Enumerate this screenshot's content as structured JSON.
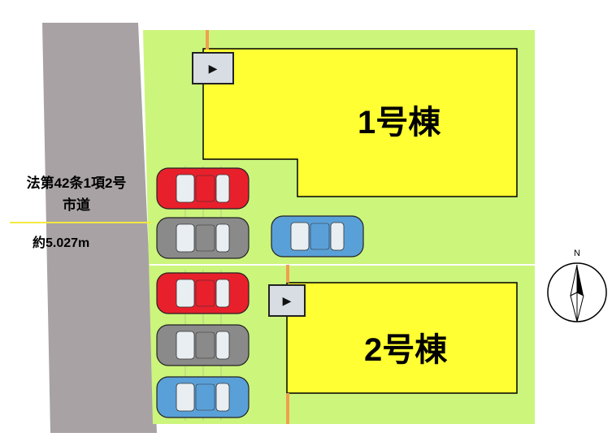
{
  "road": {
    "description_line1": "法第42条1項2号",
    "description_line2": "市道",
    "width_label": "約5.027m"
  },
  "buildings": [
    {
      "name": "1号棟"
    },
    {
      "name": "2号棟"
    }
  ],
  "entrance_icon": "play-triangle",
  "compass": {
    "north_label": "N"
  },
  "parking": {
    "lot1": [
      "red",
      "gray",
      "blue"
    ],
    "lot2": [
      "red",
      "gray",
      "blue"
    ]
  },
  "colors": {
    "road": "#a8a2a4",
    "lot": "#ccf57c",
    "building": "#ffff33",
    "car_red": "#e8202c",
    "car_gray": "#8a8a8a",
    "car_blue": "#5aa0d8",
    "boundary_post": "#f0a050"
  }
}
